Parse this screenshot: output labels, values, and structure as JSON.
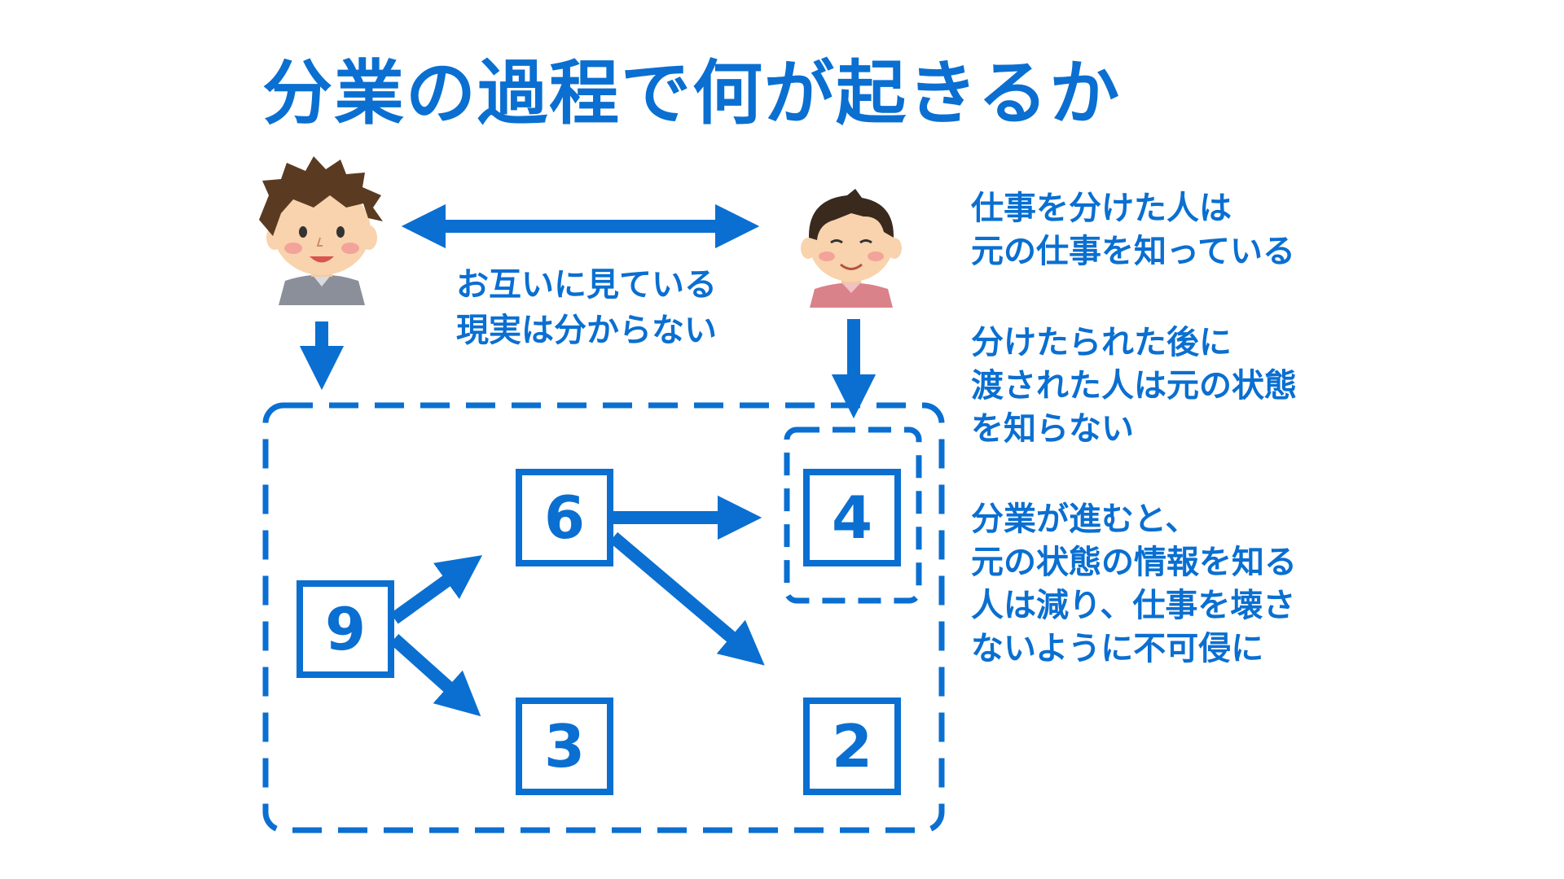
{
  "title": "分業の過程で何が起きるか",
  "center_note": {
    "line1": "お互いに見ている",
    "line2": "現実は分からない"
  },
  "notes": [
    {
      "lines": [
        "仕事を分けた人は",
        "元の仕事を知っている"
      ]
    },
    {
      "lines": [
        "分けたられた後に",
        "渡された人は元の状態",
        "を知らない"
      ]
    },
    {
      "lines": [
        "分業が進むと、",
        "元の状態の情報を知る",
        "人は減り、仕事を壊さ",
        "ないように不可侵に"
      ]
    }
  ],
  "boxes": {
    "nine": "9",
    "six": "6",
    "three": "3",
    "four": "4",
    "two": "2"
  },
  "colors": {
    "accent": "#0a6fd1",
    "background": "#ffffff"
  },
  "icons": {
    "person_left": "person-spiky-hair-icon",
    "person_right": "person-short-hair-icon"
  }
}
